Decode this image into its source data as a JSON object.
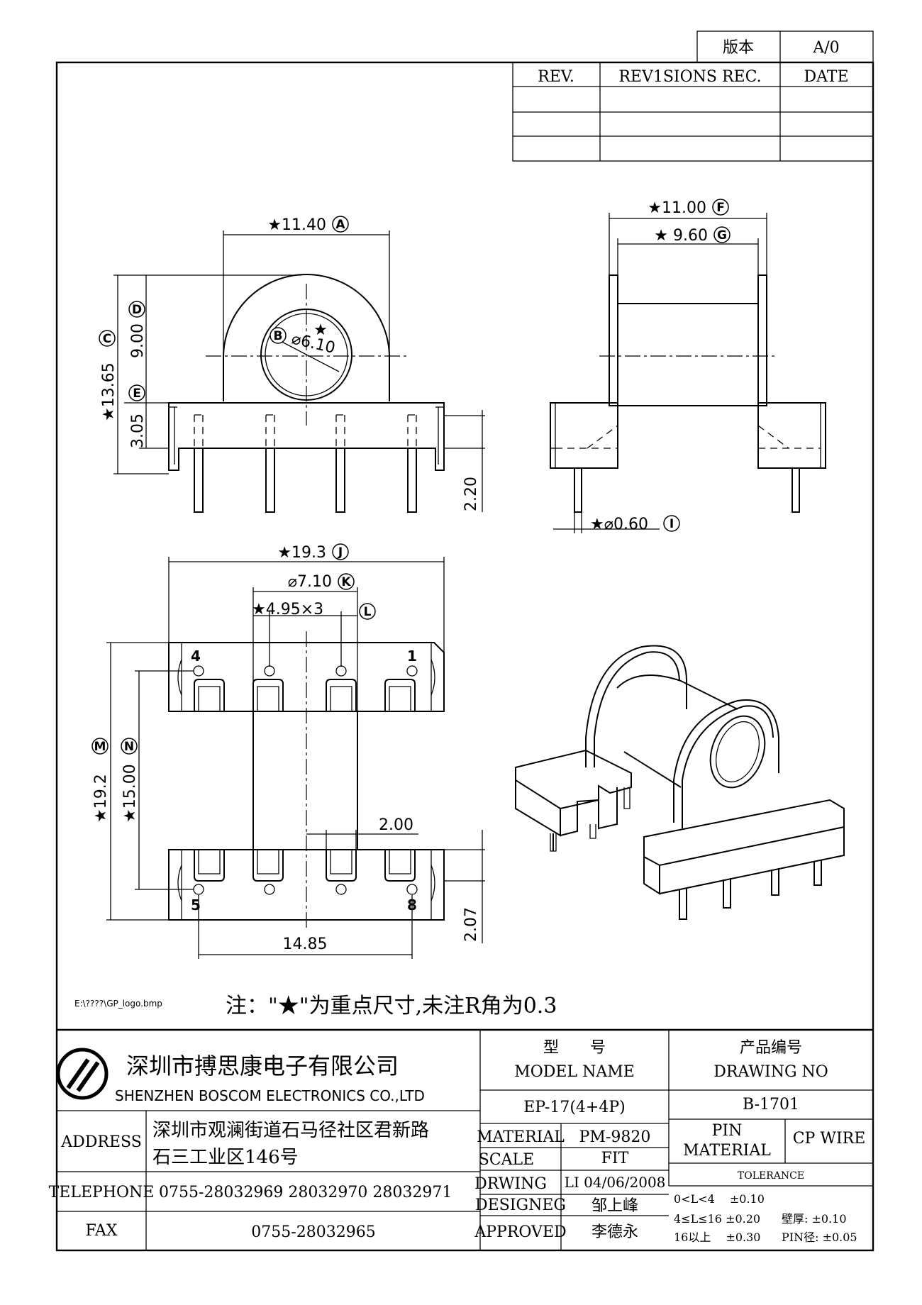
{
  "revision": {
    "version_label": "版本",
    "version_value": "A/0",
    "col_rev": "REV.",
    "col_records": "REV1SIONS REC.",
    "col_date": "DATE"
  },
  "dimensions": {
    "a": "★11.40",
    "a_tag": "A",
    "b": "⌀6.10",
    "b_tag": "B",
    "b_star": "★",
    "c": "★13.65",
    "c_tag": "C",
    "d": "9.00",
    "d_tag": "D",
    "e": "3.05",
    "e_tag": "E",
    "pin_len_side": "2.20",
    "f": "★11.00",
    "f_tag": "F",
    "g": "★ 9.60",
    "g_tag": "G",
    "i": "★⌀0.60",
    "i_tag": "I",
    "j": "★19.3",
    "j_tag": "J",
    "k": "⌀7.10",
    "k_tag": "K",
    "l": "★4.95×3",
    "l_tag": "L",
    "m": "★19.2",
    "m_tag": "M",
    "n": "★15.00",
    "n_tag": "N",
    "slot": "2.00",
    "pin_len_bottom": "2.07",
    "pin_span": "14.85"
  },
  "pin_numbers": [
    "4",
    "1",
    "5",
    "8"
  ],
  "logo_path": "E:\\????\\GP_logo.bmp",
  "note": "注：\"★\"为重点尺寸,未注R角为0.3",
  "company": {
    "name_cn": "深圳市搏思康电子有限公司",
    "name_en": "SHENZHEN BOSCOM ELECTRONICS CO.,LTD",
    "address_label": "ADDRESS",
    "address_line1": "深圳市观澜街道石马径社区君新路",
    "address_line2": "石三工业区146号",
    "telephone_label": "TELEPHONE",
    "telephone": "0755-28032969 28032970 28032971",
    "fax_label": "FAX",
    "fax": "0755-28032965"
  },
  "title_block": {
    "model_label_cn": "型　　号",
    "model_label_en": "MODEL NAME",
    "model_value": "EP-17(4+4P)",
    "drawing_label_cn": "产品编号",
    "drawing_label_en": "DRAWING NO",
    "drawing_value": "B-1701",
    "material_label": "MATERIAL",
    "material_value": "PM-9820",
    "scale_label": "SCALE",
    "scale_value": "FIT",
    "drawing_by_label": "DRWING",
    "drawing_by_value": "LI 04/06/2008",
    "designer_label": "DESIGNEG",
    "designer_value": "邹上峰",
    "approved_label": "APPROVED",
    "approved_value": "李德永",
    "pin_material_label_1": "PIN",
    "pin_material_label_2": "MATERIAL",
    "pin_material_value": "CP WIRE",
    "tolerance_label": "TOLERANCE",
    "tol_row1": "0<L<4　 ±0.10",
    "tol_row2": "4≤L≤16 ±0.20",
    "tol_row3": "16以上　 ±0.30",
    "wall_label": "壁厚: ±0.10",
    "pin_dia_label": "PIN径: ±0.05"
  }
}
